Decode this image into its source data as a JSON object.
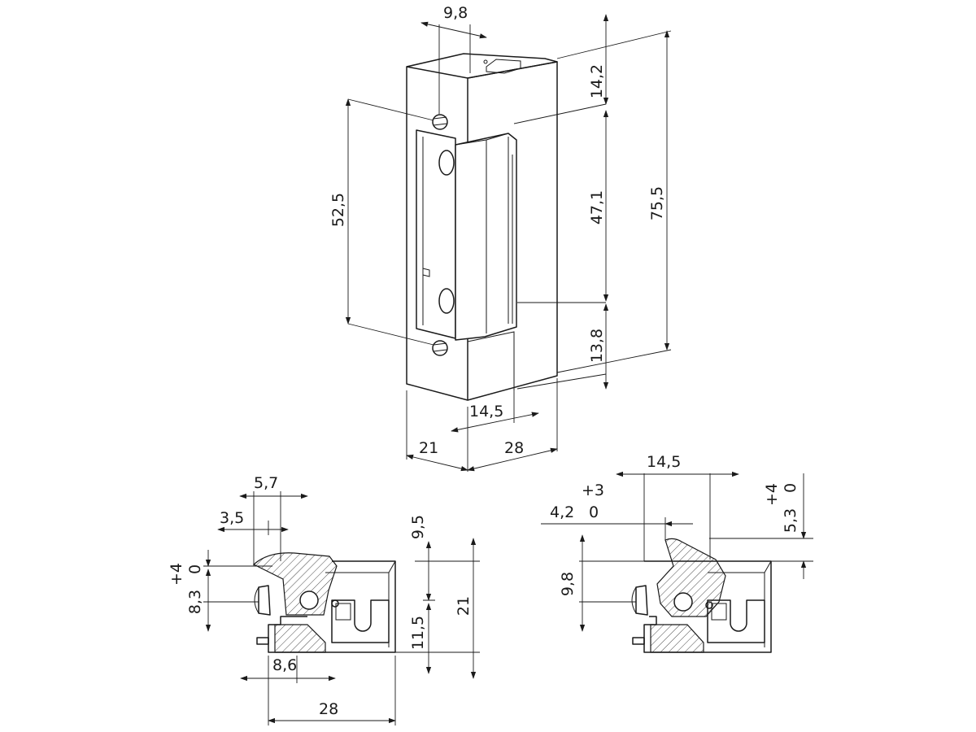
{
  "dimensions": {
    "front_view": {
      "screw_spacing": "9,8",
      "top_height": "14,2",
      "latch_height": "47,1",
      "bottom_height": "13,8",
      "total_height": "75,5",
      "screw_pitch": "52,5",
      "latch_width": "14,5",
      "front_depth": "21",
      "body_width": "28"
    },
    "section_left": {
      "overhang": "5,7",
      "lip": "3,5",
      "adjust_plus": "+4",
      "adjust_zero": "0",
      "latch_offset": "8,3",
      "upper_height": "9,5",
      "lower_height": "11,5",
      "total_height": "21",
      "base_offset": "8,6",
      "base_width": "28"
    },
    "section_right": {
      "latch_width": "14,5",
      "horiz_plus": "+3",
      "horiz_zero": "0",
      "horiz_value": "4,2",
      "vert_plus": "+4",
      "vert_zero": "0",
      "vert_value": "5,3",
      "latch_height": "9,8"
    }
  }
}
